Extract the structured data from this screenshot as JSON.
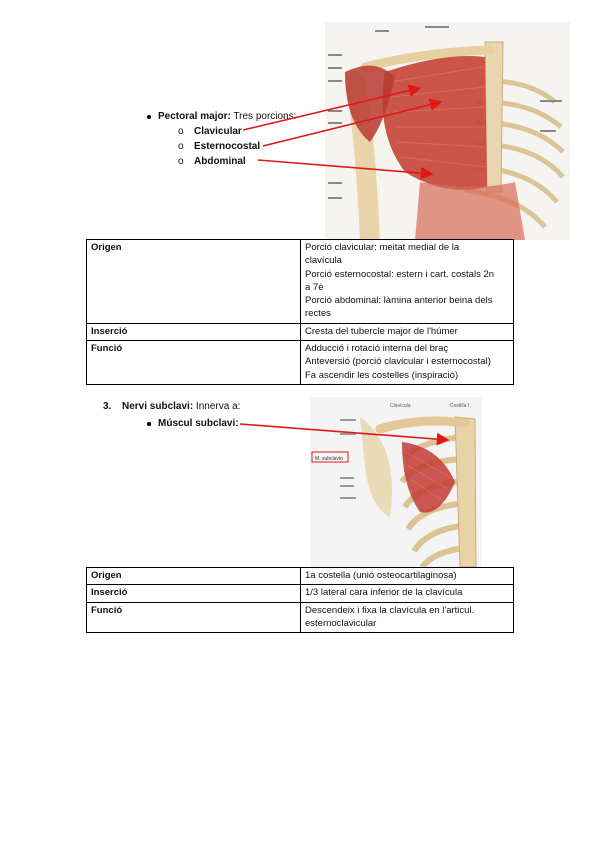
{
  "section1": {
    "bullet_title": "Pectoral major:",
    "bullet_rest": " Tres porcions:",
    "sub_items": [
      {
        "marker": "o",
        "label": "Clavicular"
      },
      {
        "marker": "o",
        "label": "Esternocostal"
      },
      {
        "marker": "o",
        "label": "Abdominal"
      }
    ],
    "table": {
      "rows": [
        {
          "header": "Origen",
          "lines": [
            "Porció clavicular: meitat medial de la",
            "clavícula",
            "Porció esternocostal: estern i cart. costals 2n",
            "a 7è",
            "Porció abdominal: làmina anterior beina dels",
            "rectes"
          ]
        },
        {
          "header": "Inserció",
          "lines": [
            "Cresta del tubercle major de l'húmer"
          ]
        },
        {
          "header": "Funció",
          "lines": [
            "Adducció i rotació interna del braç",
            "Anteversió (porció clavicular i esternocostal)",
            "Fa ascendir les costelles (inspiració)"
          ]
        }
      ]
    }
  },
  "section3": {
    "number": "3.",
    "title": "Nervi subclavi:",
    "title_rest": " Innerva a:",
    "bullet": "Múscul subclavi:",
    "figure_labels": {
      "clavicle": "Clavícula",
      "costilla": "Costilla I",
      "muscle": "M. subclavio"
    },
    "table": {
      "rows": [
        {
          "header": "Origen",
          "lines": [
            "1a costella (unió osteocartilaginosa)"
          ]
        },
        {
          "header": "Inserció",
          "lines": [
            "1/3 lateral cara inferior de la clavícula"
          ]
        },
        {
          "header": "Funció",
          "lines": [
            "Descendeix i fixa la clavícula en l'articul.",
            "esternoclavicular"
          ]
        }
      ]
    }
  },
  "colors": {
    "arrow": "#e01818",
    "bone": "#e8d4a8",
    "muscle": "#c9453a",
    "background_figure": "#f4f4f4"
  }
}
